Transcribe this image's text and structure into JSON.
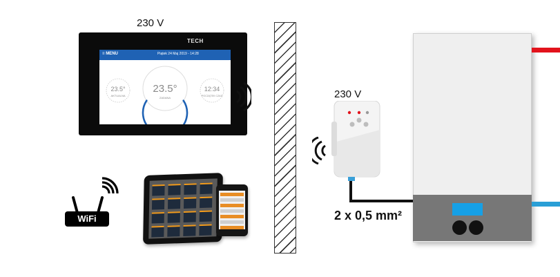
{
  "controller": {
    "power_label": "230 V",
    "brand": "TECH",
    "menu_label": "MENU",
    "date_time": "Piątek 24 Maj 2019 - 14:28",
    "left_temp": "23.5°",
    "left_caption": "AKTUALNA",
    "main_temp": "23.5°",
    "main_caption": "ZADANA",
    "clock": "12:34",
    "clock_caption": "POCZĄTEK CZAS"
  },
  "receiver": {
    "power_label": "230 V"
  },
  "wire": {
    "label": "2 x 0,5 mm²"
  },
  "wifi": {
    "label": "WiFi"
  },
  "colors": {
    "screen_bar": "#1f62b4",
    "boiler_display": "#16a0e6",
    "pipe_hot": "#e2131c",
    "pipe_cold": "#2a9fd6",
    "indicator_red": "#e2131c",
    "wire_terminal": "#3aa0d8",
    "app_accent": "#f29b1c"
  },
  "icons": [
    "wireless-signal-icon",
    "wifi-signal-icon"
  ]
}
